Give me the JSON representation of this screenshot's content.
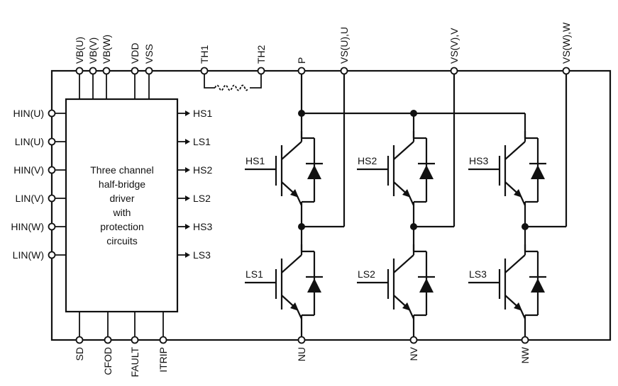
{
  "top_pins": [
    "VB(U)",
    "VB(V)",
    "VB(W)",
    "VDD",
    "VSS",
    "TH1",
    "TH2",
    "P",
    "VS(U),U",
    "VS(V),V",
    "VS(W),W"
  ],
  "left_pins": [
    "HIN(U)",
    "LIN(U)",
    "HIN(V)",
    "LIN(V)",
    "HIN(W)",
    "LIN(W)"
  ],
  "driver_outputs": [
    "HS1",
    "LS1",
    "HS2",
    "LS2",
    "HS3",
    "LS3"
  ],
  "bottom_pins": [
    "SD",
    "CFOD",
    "FAULT",
    "ITRIP",
    "NU",
    "NV",
    "NW"
  ],
  "driver_block_text": [
    "Three channel",
    "half-bridge",
    "driver",
    "with",
    "protection",
    "circuits"
  ],
  "switch_labels": {
    "high": [
      "HS1",
      "HS2",
      "HS3"
    ],
    "low": [
      "LS1",
      "LS2",
      "LS3"
    ]
  },
  "colors": {
    "line": "#111111",
    "background": "#ffffff"
  }
}
